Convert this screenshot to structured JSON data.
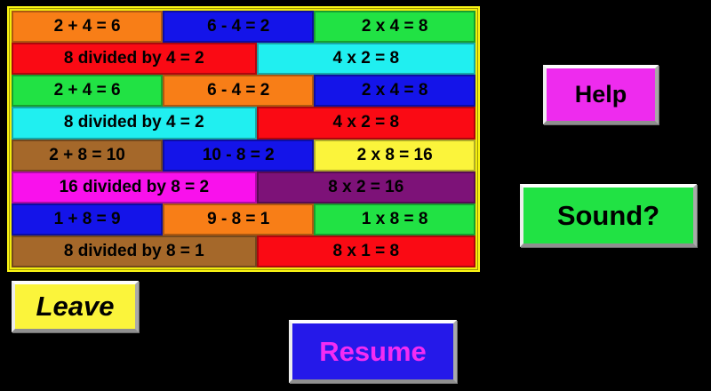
{
  "background_color": "#000000",
  "panel": {
    "border_color": "#F2EE0D",
    "rows": [
      {
        "cells": [
          {
            "text": "2 + 4 = 6",
            "color": "#F87E17"
          },
          {
            "text": "6 - 4 = 2",
            "color": "#1414E9"
          },
          {
            "text": "2 x 4 = 8",
            "color": "#21E244"
          }
        ]
      },
      {
        "cells": [
          {
            "text": "8 divided by 4 = 2",
            "color": "#FA0A14"
          },
          {
            "text": "4 x 2 = 8",
            "color": "#20EFF0"
          }
        ]
      },
      {
        "cells": [
          {
            "text": "2 + 4 = 6",
            "color": "#21E244"
          },
          {
            "text": "6 - 4 = 2",
            "color": "#F87E17"
          },
          {
            "text": "2 x 4 = 8",
            "color": "#1414E9"
          }
        ]
      },
      {
        "cells": [
          {
            "text": "8 divided by 4 = 2",
            "color": "#20EFF0"
          },
          {
            "text": "4 x 2 = 8",
            "color": "#FA0A14"
          }
        ]
      },
      {
        "cells": [
          {
            "text": "2 + 8 = 10",
            "color": "#A5682A"
          },
          {
            "text": "10 - 8 = 2",
            "color": "#1414E9"
          },
          {
            "text": "2 x 8 = 16",
            "color": "#FBF43B"
          }
        ]
      },
      {
        "cells": [
          {
            "text": "16 divided by 8 = 2",
            "color": "#F911EC"
          },
          {
            "text": "8 x 2 = 16",
            "color": "#7D1278"
          }
        ]
      },
      {
        "cells": [
          {
            "text": "1 + 8 = 9",
            "color": "#1414E9"
          },
          {
            "text": "9 - 8 = 1",
            "color": "#F87E17"
          },
          {
            "text": "1 x 8 = 8",
            "color": "#21E244"
          }
        ]
      },
      {
        "cells": [
          {
            "text": "8 divided by 8 = 1",
            "color": "#A5682A"
          },
          {
            "text": "8 x 1 = 8",
            "color": "#FA0A14"
          }
        ]
      }
    ]
  },
  "buttons": {
    "help": {
      "label": "Help",
      "bg": "#EE2BEE",
      "fg": "#000000"
    },
    "sound": {
      "label": "Sound?",
      "bg": "#21E244",
      "fg": "#000000"
    },
    "leave": {
      "label": "Leave",
      "bg": "#FBF43B",
      "fg": "#000000"
    },
    "resume": {
      "label": "Resume",
      "bg": "#2519E9",
      "fg": "#F32CF3"
    }
  }
}
